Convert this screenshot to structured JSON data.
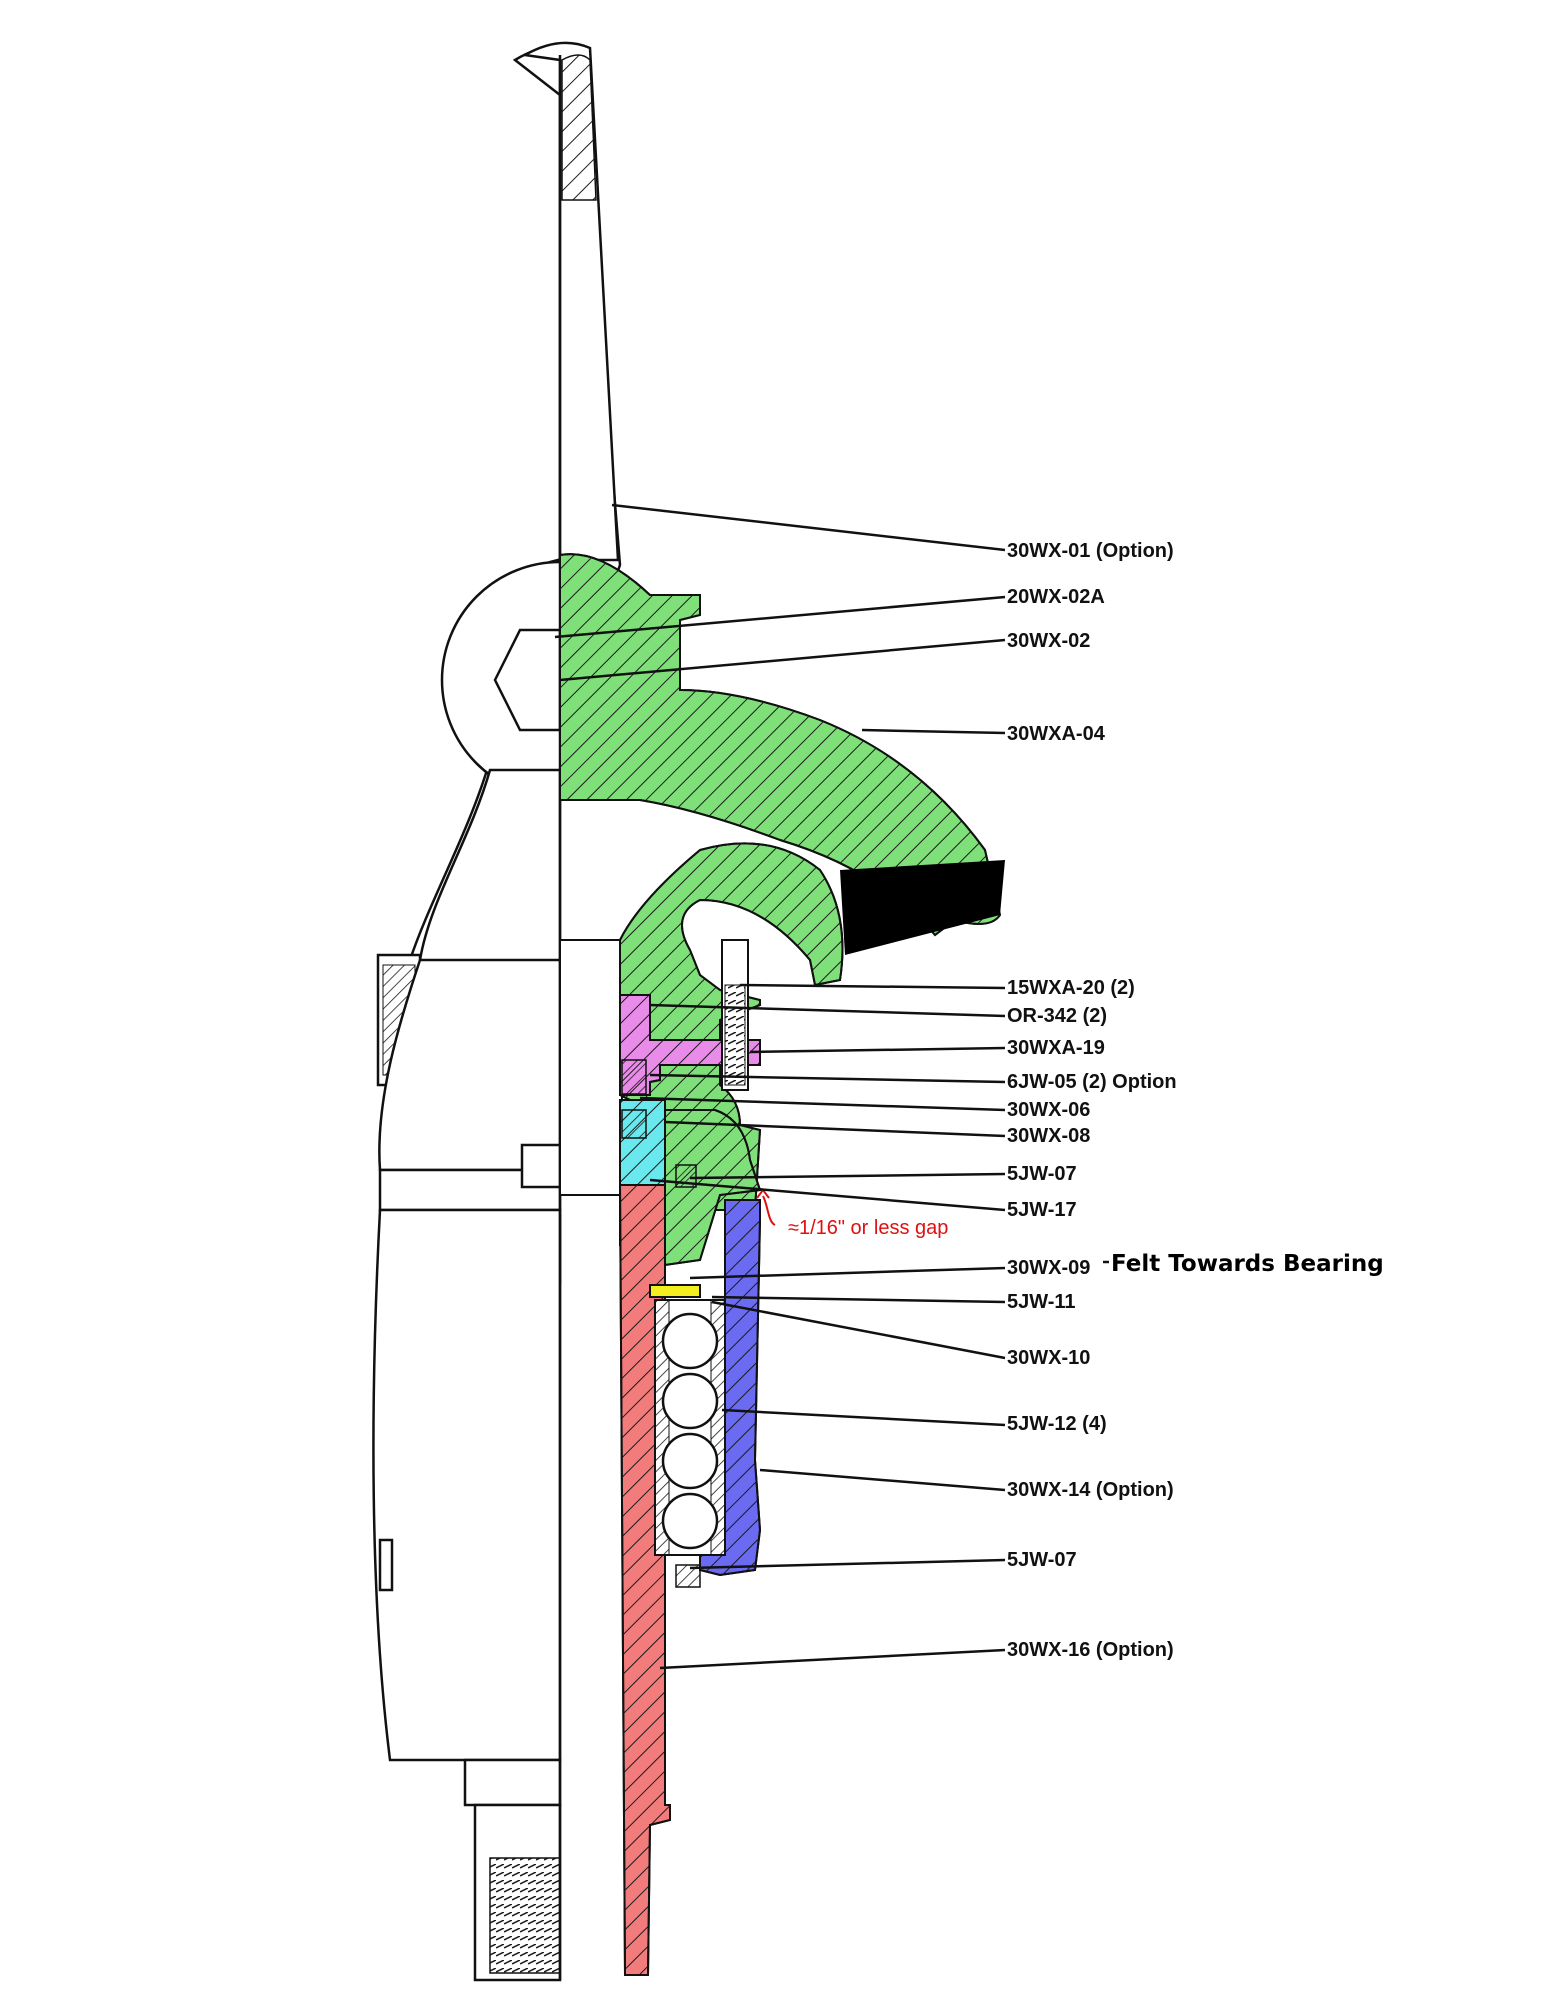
{
  "colors": {
    "green": "#7fe07a",
    "magenta": "#e98be9",
    "cyan": "#69e8ee",
    "red": "#f27c7c",
    "blue": "#6b6bf2",
    "yellow": "#f3ee1e",
    "note_red": "#e01010"
  },
  "callouts": [
    {
      "label": "30WX-01 (Option)"
    },
    {
      "label": "20WX-02A"
    },
    {
      "label": "30WX-02"
    },
    {
      "label": "30WXA-04"
    },
    {
      "label": "15WXA-20 (2)"
    },
    {
      "label": "OR-342 (2)"
    },
    {
      "label": "30WXA-19"
    },
    {
      "label": "6JW-05 (2)  Option"
    },
    {
      "label": "30WX-06"
    },
    {
      "label": "30WX-08"
    },
    {
      "label": "5JW-07"
    },
    {
      "label": "5JW-17"
    },
    {
      "label": "30WX-09"
    },
    {
      "label": "5JW-11"
    },
    {
      "label": "30WX-10"
    },
    {
      "label": "5JW-12 (4)"
    },
    {
      "label": "30WX-14  (Option)"
    },
    {
      "label": "5JW-07"
    },
    {
      "label": "30WX-16  (Option)"
    }
  ],
  "felt_note": "Felt Towards Bearing",
  "gap_note": "≈1/16\" or less gap"
}
